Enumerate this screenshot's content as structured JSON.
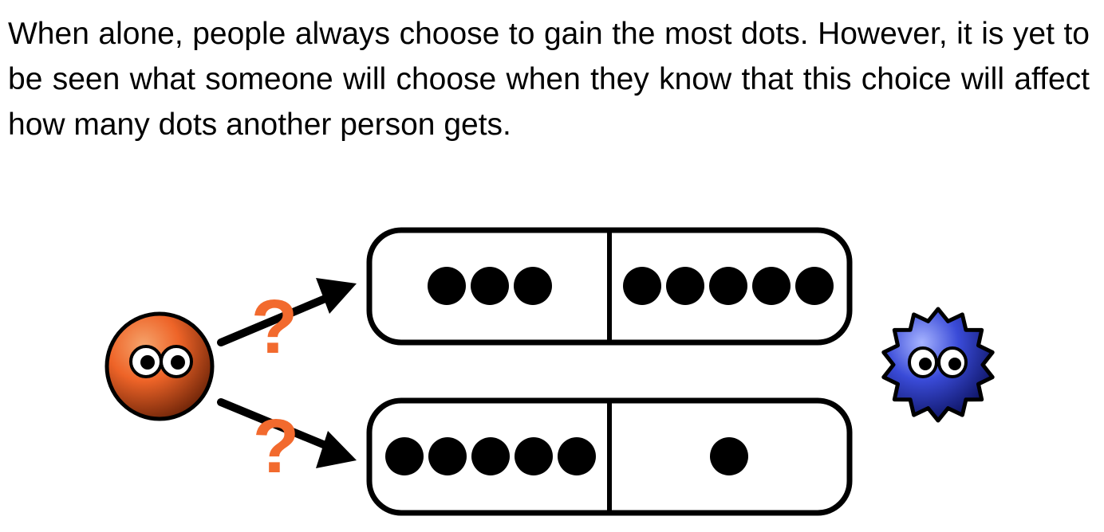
{
  "caption": "When alone, people always choose to gain the most dots.  However, it is yet to be seen what someone will choose when they know that this choice will affect how many dots another person gets.",
  "question_mark": "?",
  "colors": {
    "orange": "#f0642a",
    "blue": "#3548d8",
    "ink": "#000000",
    "question": "#f26a2e"
  },
  "icons": {
    "chooser": "orange-ball-creature-icon",
    "other_person": "blue-spiky-creature-icon"
  },
  "options": [
    {
      "left_dots": 3,
      "right_dots": 5
    },
    {
      "left_dots": 5,
      "right_dots": 1
    }
  ]
}
